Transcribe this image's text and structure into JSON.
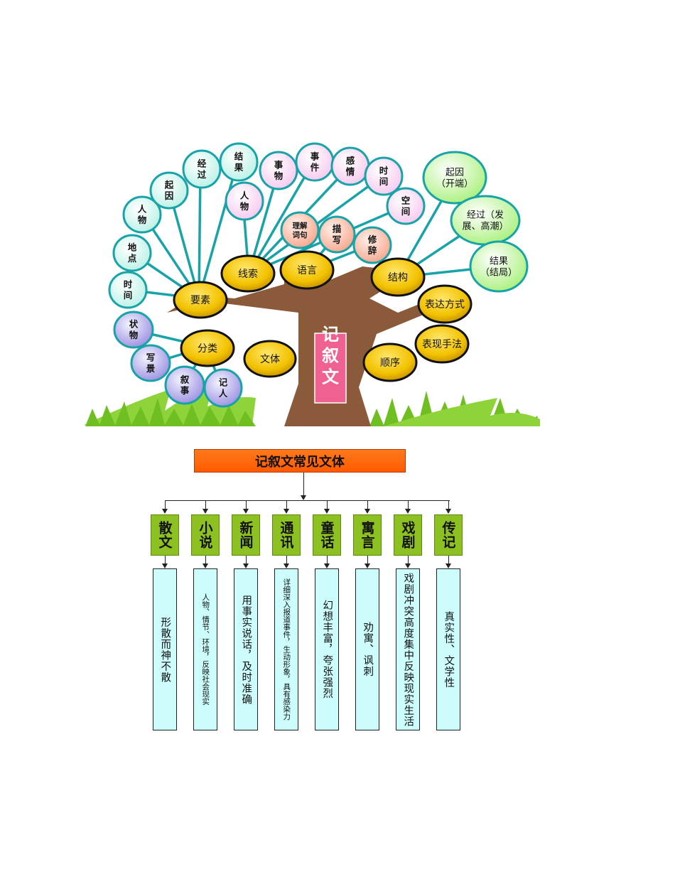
{
  "center": "记叙文",
  "nodes": {
    "yaosu": "要素",
    "fenlei": "分类",
    "wenti": "文体",
    "xiansuo": "线索",
    "yuyan": "语言",
    "jiegou": "结构",
    "biaoda": "表达方式",
    "biaoxian": "表现手法",
    "shunxu": "顺序"
  },
  "leaves": {
    "yaosu_shijian": "时\n间",
    "yaosu_didian": "地\n点",
    "yaosu_renwu": "人\n物",
    "yaosu_qiyin": "起\n因",
    "yaosu_jingguo": "经\n过",
    "yaosu_jieguo": "结\n果",
    "xs_renwu": "人\n物",
    "xs_shiwu": "事\n物",
    "xs_shijian": "事\n件",
    "xs_ganqing": "感\n情",
    "xs_shijian2": "时\n间",
    "xs_kongjian": "空\n间",
    "yy_lijie": "理解\n词句",
    "yy_miaoxie": "描\n写",
    "yy_xiuci": "修\n辞",
    "jg_qiyin": "起因\n（开端）",
    "jg_jingguo": "经过（发\n展、高潮）",
    "jg_jieguo": "结果\n（结局）",
    "fl_zhuangwu": "状\n物",
    "fl_xiejing": "写\n景",
    "fl_xushi": "叙\n事",
    "fl_jiren": "记\n人"
  },
  "genres_title": "记叙文常见文体",
  "genres": [
    {
      "name": "散文",
      "desc": "形散而神不散"
    },
    {
      "name": "小说",
      "desc": "人物、情节、环境，反映社会现实"
    },
    {
      "name": "新闻",
      "desc": "用事实说话，及时准确"
    },
    {
      "name": "通讯",
      "desc": "详细深入报道事件，生动形象，具有感染力"
    },
    {
      "name": "童话",
      "desc": "幻想丰富，夸张强烈"
    },
    {
      "name": "寓言",
      "desc": "劝寓、讽刺"
    },
    {
      "name": "戏剧",
      "desc": "戏剧冲突高度集中反映现实生活"
    },
    {
      "name": "传记",
      "desc": "真实性、文学性"
    }
  ],
  "colors": {
    "trunk": "#8a5a3b",
    "node_fill": "#f2c200",
    "center_box": "#f06090",
    "header": "#ff6600",
    "genre": "#8dc021",
    "desc": "#ccfcfc",
    "grass": "#7cc52a"
  }
}
